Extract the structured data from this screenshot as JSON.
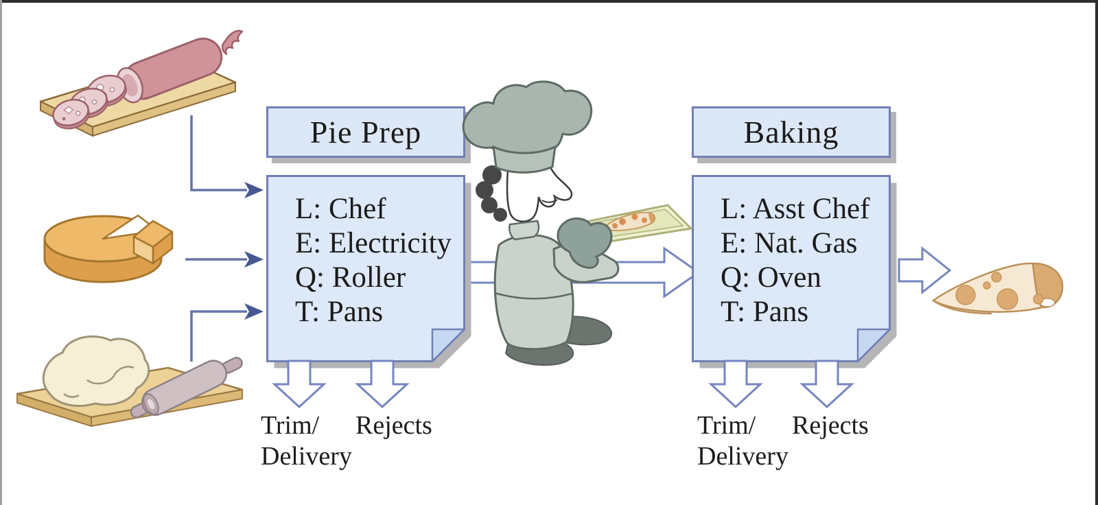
{
  "processes": [
    {
      "title": "Pie Prep",
      "resources": [
        "L: Chef",
        "E: Electricity",
        "Q: Roller",
        "T: Pans"
      ],
      "trim_line1": "Trim/",
      "trim_line2": "Delivery",
      "rejects": "Rejects"
    },
    {
      "title": "Baking",
      "resources": [
        "L: Asst Chef",
        "E: Nat. Gas",
        "Q: Oven",
        "T: Pans"
      ],
      "trim_line1": "Trim/",
      "trim_line2": "Delivery",
      "rejects": "Rejects"
    }
  ],
  "inputs": [
    {
      "name": "sliced-sausage-on-cutting-board"
    },
    {
      "name": "cheese-wheel-with-wedge"
    },
    {
      "name": "dough-with-rolling-pin-on-board"
    }
  ],
  "center_figure": {
    "name": "chef-carrying-pizza-tray"
  },
  "output": {
    "name": "pizza-slice"
  },
  "colors": {
    "box_fill": "#dde8f8",
    "box_border": "#7080b5",
    "fold_fill": "#c7d8f2",
    "shadow": "#b5b5b8",
    "connector": "#6474a6",
    "connector_head": "#46588f",
    "hollow_arrow_stroke": "#7585c0",
    "hollow_arrow_fill": "#ffffff",
    "text": "#1b1b1b"
  }
}
